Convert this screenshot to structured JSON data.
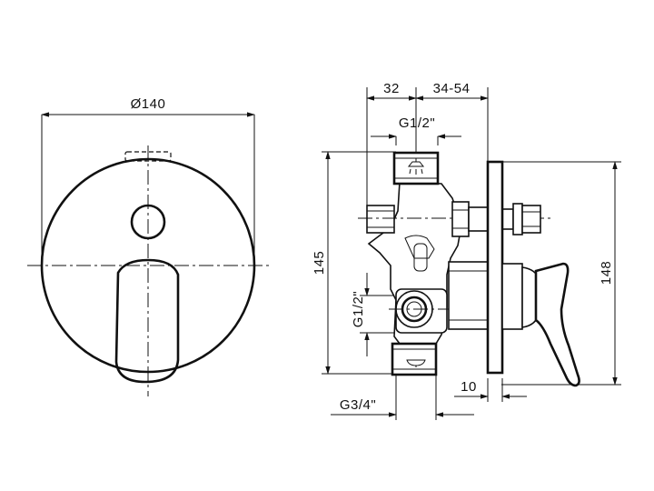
{
  "labels": {
    "diameter": "Ø140",
    "width_32": "32",
    "width_34_54": "34-54",
    "thread_top": "G1/2\"",
    "height_145": "145",
    "thread_mid": "G1/2\"",
    "height_148": "148",
    "offset_10": "10",
    "thread_bottom": "G3/4\""
  },
  "icons": {
    "shower": "shower-head-icon",
    "bath": "bathtub-spout-icon"
  },
  "colors": {
    "line": "#111111",
    "background": "#ffffff"
  }
}
